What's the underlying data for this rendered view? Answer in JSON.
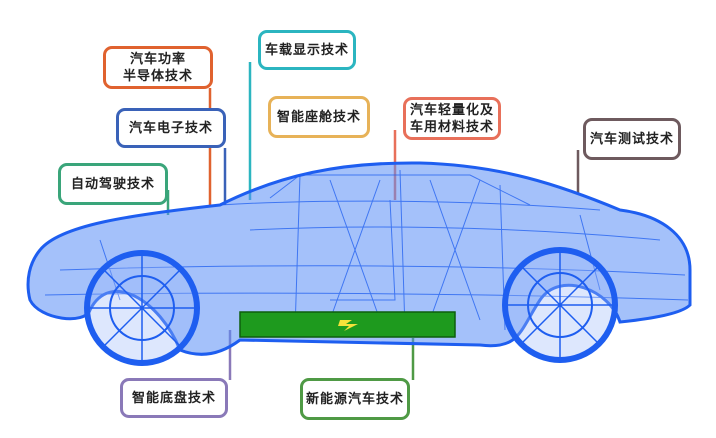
{
  "labels": {
    "power_semi": {
      "line1": "汽车功率",
      "line2": "半导体技术",
      "color": "#e0622f"
    },
    "electronics": {
      "text": "汽车电子技术",
      "color": "#3a62b8"
    },
    "autonomous": {
      "text": "自动驾驶技术",
      "color": "#3aa57a"
    },
    "display": {
      "text": "车载显示技术",
      "color": "#2bb5c0"
    },
    "cockpit": {
      "text": "智能座舱技术",
      "color": "#e7b258"
    },
    "lightweight": {
      "line1": "汽车轻量化及",
      "line2": "车用材料技术",
      "color": "#e8705a"
    },
    "testing": {
      "text": "汽车测试技术",
      "color": "#6e5a5e"
    },
    "chassis": {
      "text": "智能底盘技术",
      "color": "#8a79b8"
    },
    "new_energy": {
      "text": "新能源汽车技术",
      "color": "#4f9a45"
    }
  },
  "colors": {
    "car": "#2f6ff0",
    "battery": "#1e9a1e",
    "bolt": "#f5e23a"
  }
}
